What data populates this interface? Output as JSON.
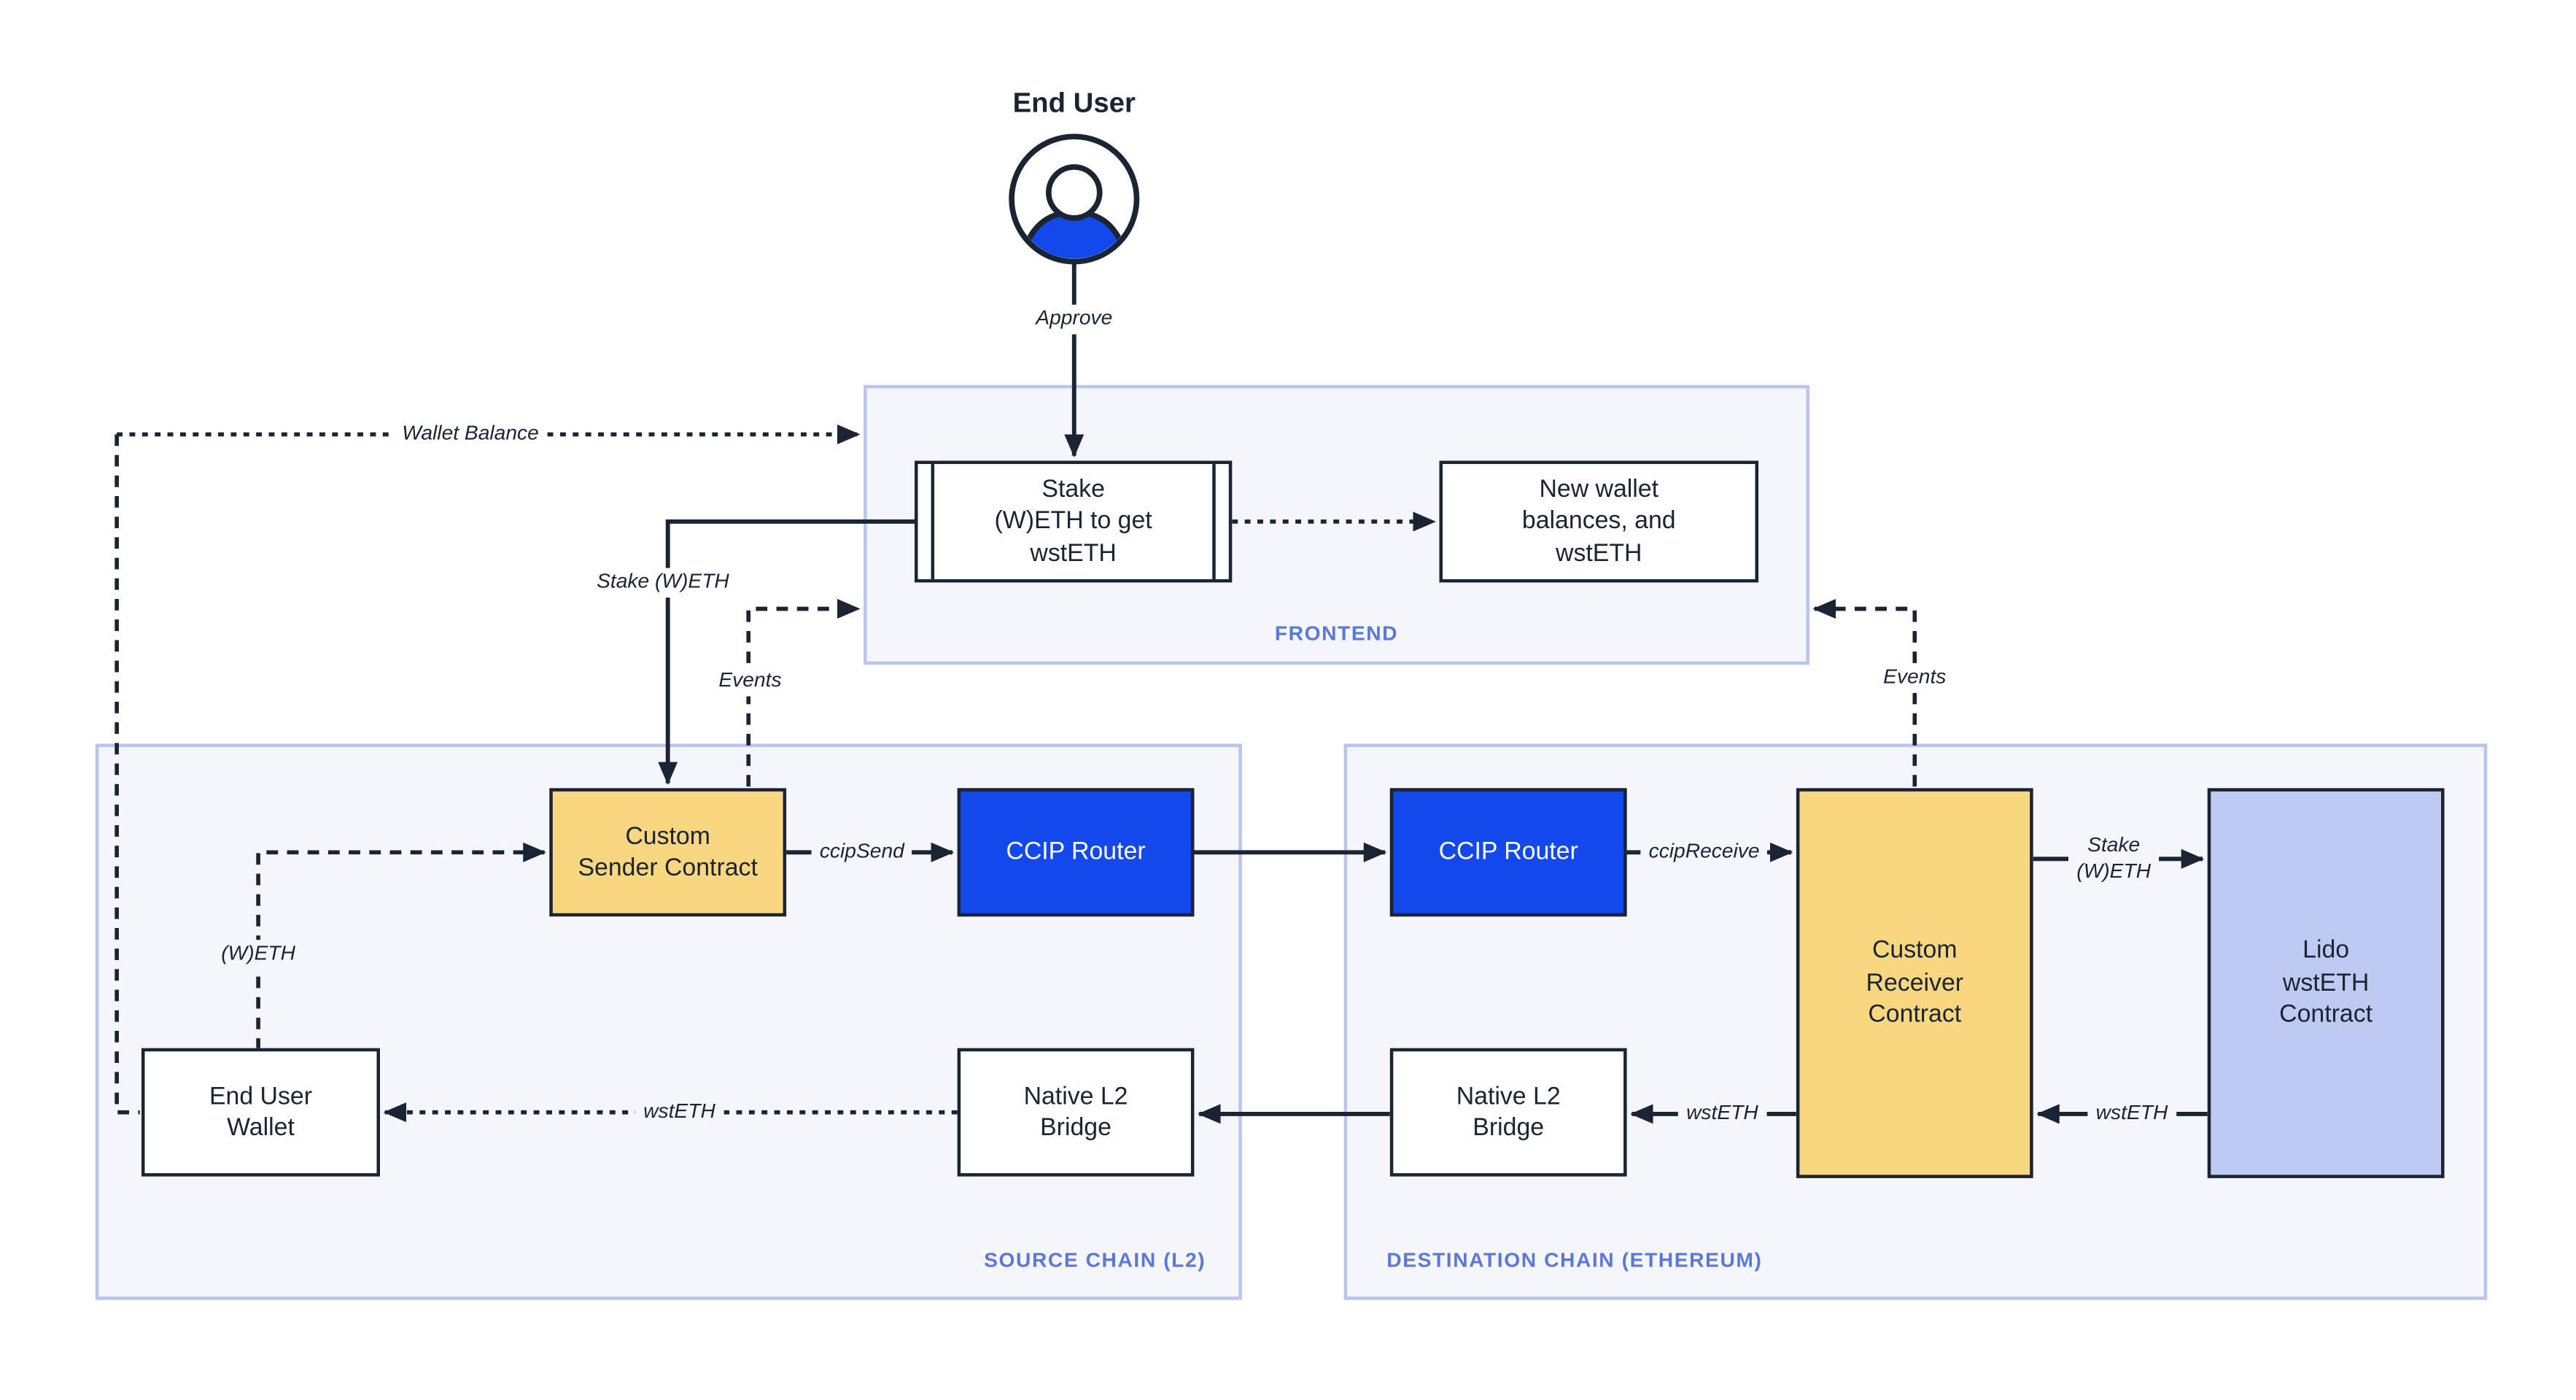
{
  "colors": {
    "ink": "#1b2433",
    "accent_blue": "#1348ec",
    "yellow": "#f9d780",
    "lavender": "#bfcaf2",
    "container_fill": "#f5f6fb",
    "container_border": "#b9c4ef",
    "zone_label": "#5b77d9",
    "node_white": "#ffffff",
    "canvas": "#ffffff"
  },
  "actor": {
    "title": "End User",
    "icon": "user-icon"
  },
  "frontend": {
    "label": "FRONTEND",
    "stake_box": "Stake\n(W)ETH to get\nwstETH",
    "result_box": "New wallet\nbalances, and\nwstETH"
  },
  "source_chain": {
    "label": "SOURCE CHAIN (L2)",
    "custom_sender": "Custom\nSender Contract",
    "ccip_router": "CCIP Router",
    "end_user_wallet": "End User\nWallet",
    "native_bridge": "Native L2\nBridge"
  },
  "destination_chain": {
    "label": "DESTINATION CHAIN (ETHEREUM)",
    "ccip_router": "CCIP Router",
    "custom_receiver": "Custom\nReceiver\nContract",
    "lido_contract": "Lido\nwstETH\nContract",
    "native_bridge": "Native L2\nBridge"
  },
  "edge_labels": {
    "approve": "Approve",
    "wallet_balance": "Wallet Balance",
    "stake_weth": "Stake (W)ETH",
    "events_left": "Events",
    "events_right": "Events",
    "ccip_send": "ccipSend",
    "ccip_receive": "ccipReceive",
    "weth": "(W)ETH",
    "wsteth_to_wallet": "wstETH",
    "wsteth_receiver_to_bridge": "wstETH",
    "wsteth_lido_to_receiver": "wstETH",
    "stake_weth_lido": "Stake\n(W)ETH"
  }
}
